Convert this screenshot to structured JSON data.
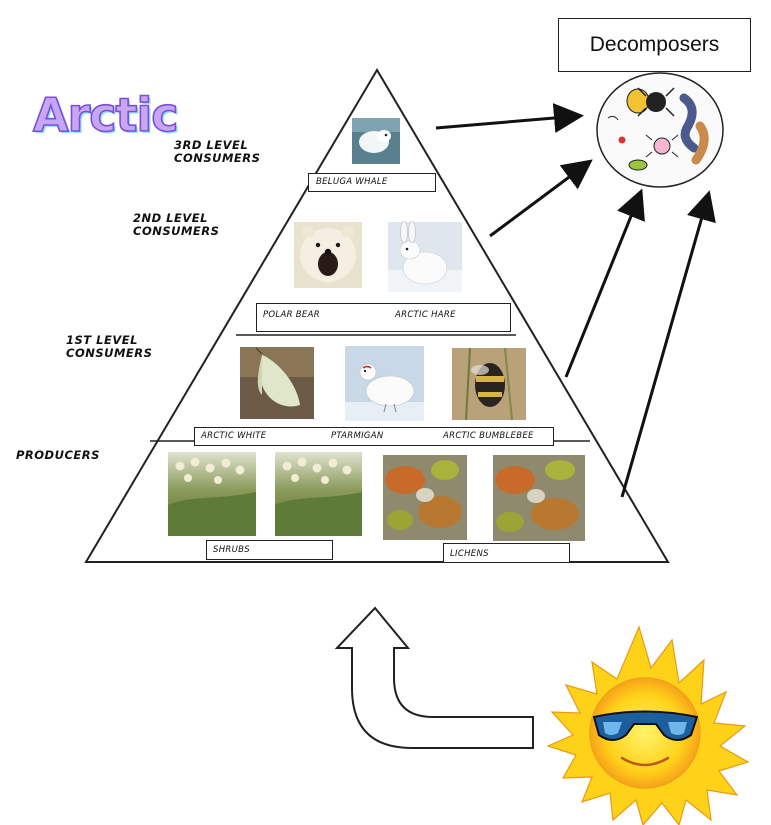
{
  "title": "Arctic",
  "decomposers_label": "Decomposers",
  "levels": {
    "third": "3RD LEVEL\nCONSUMERS",
    "second": "2ND LEVEL\nCONSUMERS",
    "first": "1ST LEVEL\nCONSUMERS",
    "producers": "PRODUCERS"
  },
  "organisms": {
    "beluga": "BELUGA WHALE",
    "polar_bear": "POLAR BEAR",
    "arctic_hare": "ARCTIC HARE",
    "arctic_white": "ARCTIC WHITE",
    "ptarmigan": "PTARMIGAN",
    "bumblebee": "ARCTIC BUMBLEBEE",
    "shrubs": "SHRUBS",
    "lichens": "LICHENS"
  },
  "colors": {
    "outline": "#222222",
    "title_fill": "#c9a6f2",
    "title_stroke": "#7a4fd6",
    "sun_yellow": "#ffd21a",
    "sun_orange": "#f7a21b"
  },
  "icons": [
    "beluga-whale-photo",
    "polar-bear-photo",
    "arctic-hare-photo",
    "butterfly-photo",
    "ptarmigan-photo",
    "bumblebee-photo",
    "shrub-photo",
    "lichen-photo",
    "microbes-icon",
    "sun-icon"
  ]
}
